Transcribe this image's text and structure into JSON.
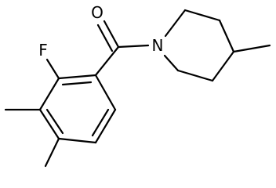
{
  "molecule": {
    "atoms": {
      "oxygen": "O",
      "fluorine": "F",
      "nitrogen": "N"
    }
  }
}
